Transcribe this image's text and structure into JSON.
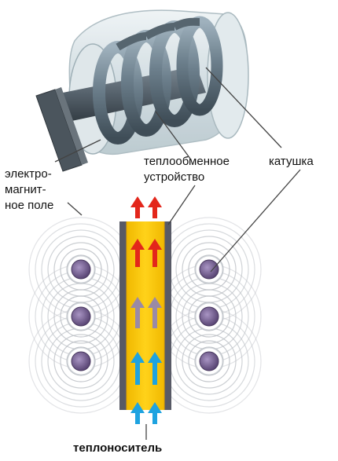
{
  "labels": {
    "field_line1": "электро-",
    "field_line2": "магнит-",
    "field_line3": "ное поле",
    "exchanger_line1": "теплообменное",
    "exchanger_line2": "устройство",
    "coil": "катушка",
    "coolant": "теплоноситель"
  },
  "colors": {
    "coil_metal": "#6f8391",
    "housing": "#d7e2e6",
    "channel_fill": "#f5c200",
    "channel_wall": "#585a66",
    "ring_line": "#bfc3c8",
    "conductor": "#6e5a8a",
    "arrow_hot": "#e3261b",
    "arrow_neutral": "#9a8aa6",
    "arrow_cold": "#1ea3e0"
  },
  "icons": {
    "arrow": "up-arrow-icon",
    "conductor": "coil-cross-section-icon"
  }
}
